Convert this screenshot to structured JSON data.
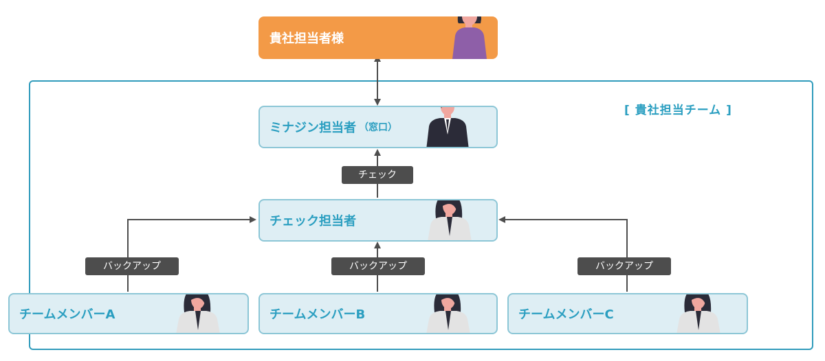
{
  "client": {
    "label": "貴社担当者様"
  },
  "team": {
    "label": "[ 貴社担当チーム ]"
  },
  "liaison": {
    "label": "ミナジン担当者",
    "sub": "（窓口）"
  },
  "checker": {
    "label": "チェック担当者"
  },
  "tags": {
    "check": "チェック",
    "backup": "バックアップ"
  },
  "members": [
    {
      "label": "チームメンバーA"
    },
    {
      "label": "チームメンバーB"
    },
    {
      "label": "チームメンバーC"
    }
  ],
  "colors": {
    "accent": "#2a9ec0",
    "client_bg": "#f39a47",
    "box_bg": "#deeef4",
    "box_border": "#8cc6d6",
    "tag_bg": "#4d4d4d",
    "line": "#4d4d4d"
  }
}
